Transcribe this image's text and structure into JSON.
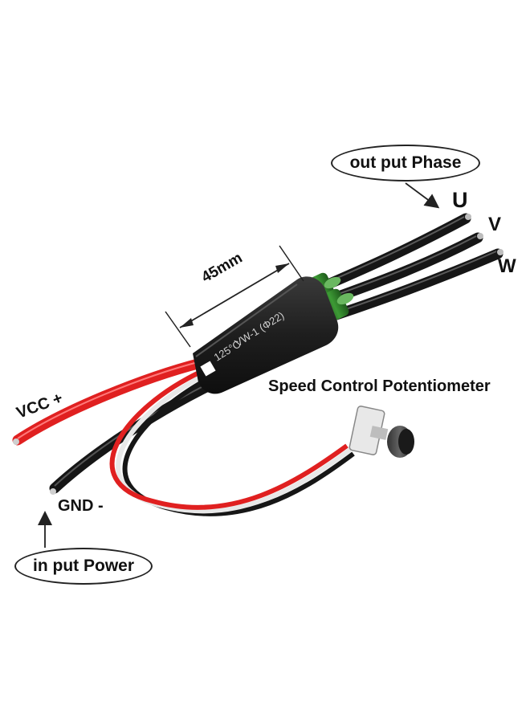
{
  "labels": {
    "output_phase": "out put Phase",
    "phase_u": "U",
    "phase_v": "V",
    "phase_w": "W",
    "dimension": "45mm",
    "speed_control": "Speed Control Potentiometer",
    "vcc": "VCC +",
    "gnd": "GND -",
    "input_power": "in put Power"
  },
  "board_print": {
    "temp": "125°C",
    "rating": "VW-1 (Φ22)"
  },
  "colors": {
    "red_wire": "#e02020",
    "black_wire": "#1a1a1a",
    "white_wire": "#f2f2f2",
    "capacitor": "#2f7a2a",
    "body": "#1e1e1e"
  }
}
